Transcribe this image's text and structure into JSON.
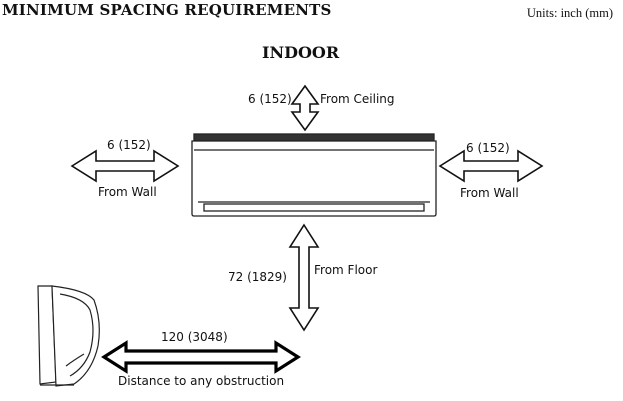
{
  "title": "MINIMUM SPACING REQUIREMENTS",
  "units": "Units: inch (mm)",
  "heading": "INDOOR",
  "ceiling": {
    "value": "6 (152)",
    "label": "From Ceiling"
  },
  "left_wall": {
    "value": "6 (152)",
    "label": "From Wall"
  },
  "right_wall": {
    "value": "6 (152)",
    "label": "From Wall"
  },
  "floor": {
    "value": "72  (1829)",
    "label": "From Floor"
  },
  "obstruction": {
    "value": "120   (3048)",
    "label": "Distance to any obstruction"
  }
}
